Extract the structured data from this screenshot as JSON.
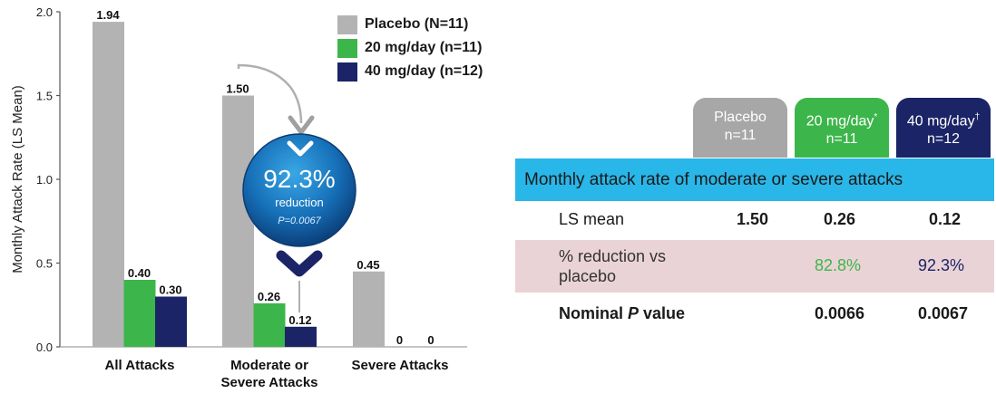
{
  "chart_data": {
    "type": "bar",
    "ylabel": "Monthly Attack Rate (LS Mean)",
    "ylim": [
      0,
      2.0
    ],
    "yticks": [
      "0.0",
      "0.5",
      "1.0",
      "1.5",
      "2.0"
    ],
    "categories": [
      [
        "All Attacks"
      ],
      [
        "Moderate or",
        "Severe Attacks"
      ],
      [
        "Severe Attacks"
      ]
    ],
    "series": [
      {
        "name": "Placebo (N=11)",
        "color": "#b3b3b3",
        "values": [
          1.94,
          1.5,
          0.45
        ],
        "labels": [
          "1.94",
          "1.50",
          "0.45"
        ]
      },
      {
        "name": "20 mg/day (n=11)",
        "color": "#3cb64a",
        "values": [
          0.4,
          0.26,
          0
        ],
        "labels": [
          "0.40",
          "0.26",
          "0"
        ]
      },
      {
        "name": "40 mg/day (n=12)",
        "color": "#1b2466",
        "values": [
          0.3,
          0.12,
          0
        ],
        "labels": [
          "0.30",
          "0.12",
          "0"
        ]
      }
    ],
    "legend_position": "top-right",
    "annotation": {
      "value": "92.3%",
      "line1": "reduction",
      "pvalue": "P=0.0067"
    }
  },
  "table": {
    "columns": [
      {
        "line1": "Placebo",
        "line2": "n=11",
        "mark": "",
        "color": "#a7a7a7"
      },
      {
        "line1": "20 mg/day",
        "line2": "n=11",
        "mark": "*",
        "color": "#3cb64a"
      },
      {
        "line1": "40 mg/day",
        "line2": "n=12",
        "mark": "†",
        "color": "#1b2466"
      }
    ],
    "band_title": "Monthly attack rate of moderate or severe attacks",
    "rows": {
      "ls_mean": {
        "label": "LS mean",
        "values": [
          "1.50",
          "0.26",
          "0.12"
        ]
      },
      "reduction": {
        "label_line1": "% reduction vs",
        "label_line2": "placebo",
        "values": [
          "",
          "82.8%",
          "92.3%"
        ]
      },
      "pvalue": {
        "label_prefix": "Nominal ",
        "label_p": "P",
        "label_suffix": " value",
        "values": [
          "",
          "0.0066",
          "0.0067"
        ]
      }
    },
    "colors": {
      "green_text": "#3cb64a",
      "navy_text": "#1b2466"
    }
  }
}
